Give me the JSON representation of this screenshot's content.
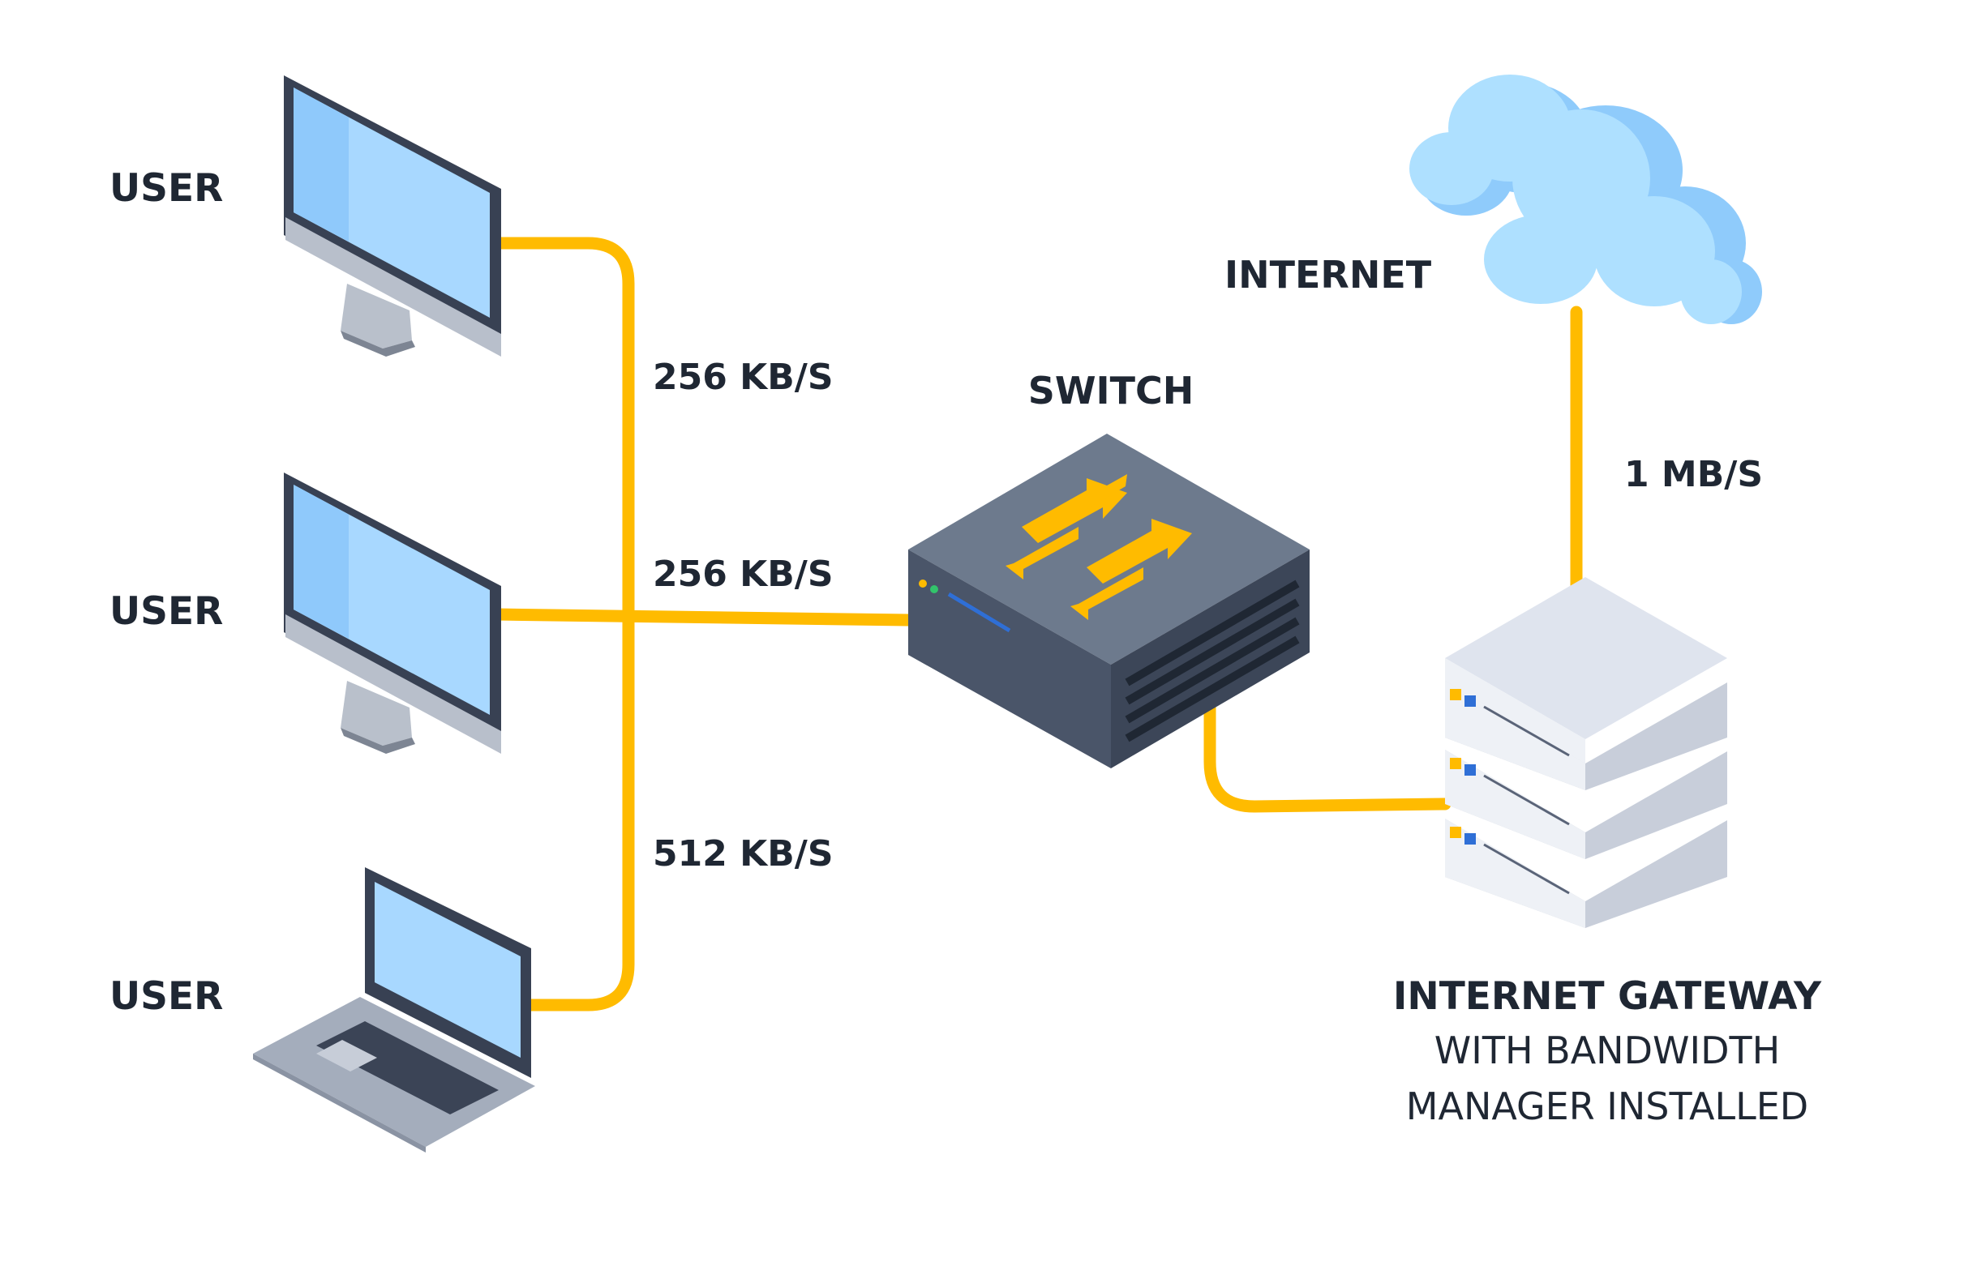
{
  "users": [
    {
      "label": "USER",
      "device": "desktop-monitor"
    },
    {
      "label": "USER",
      "device": "desktop-monitor"
    },
    {
      "label": "USER",
      "device": "laptop"
    }
  ],
  "links": {
    "user1": "256 KB/S",
    "user2": "256 KB/S",
    "user3": "512 KB/S",
    "internet": "1 MB/S"
  },
  "switch": {
    "label": "SWITCH"
  },
  "internet": {
    "label": "INTERNET"
  },
  "gateway": {
    "title": "INTERNET GATEWAY",
    "line1": "WITH BANDWIDTH",
    "line2": "MANAGER INSTALLED"
  },
  "colors": {
    "cable": "#ffbb00",
    "screen": "#a8d8ff",
    "switch_top": "#6d7a8d",
    "switch_side": "#4a5569",
    "cloud": "#aee0ff",
    "server": "#dfe4ee"
  }
}
